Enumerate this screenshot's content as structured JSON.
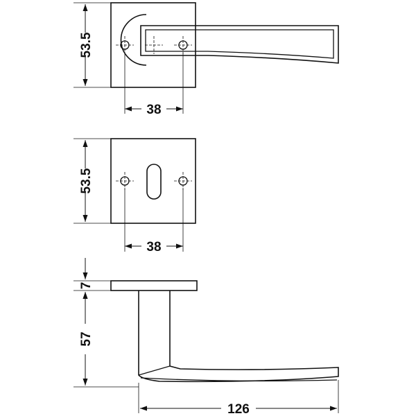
{
  "views": [
    {
      "name": "rose-with-lever",
      "height_dim": "53.5",
      "hole_spacing_dim": "38"
    },
    {
      "name": "escutcheon-with-keyhole",
      "height_dim": "53.5",
      "hole_spacing_dim": "38"
    },
    {
      "name": "side-profile",
      "rose_thickness_dim": "7",
      "lever_height_dim": "57",
      "lever_length_dim": "126"
    }
  ],
  "colors": {
    "line": "#111111",
    "background": "#ffffff"
  }
}
